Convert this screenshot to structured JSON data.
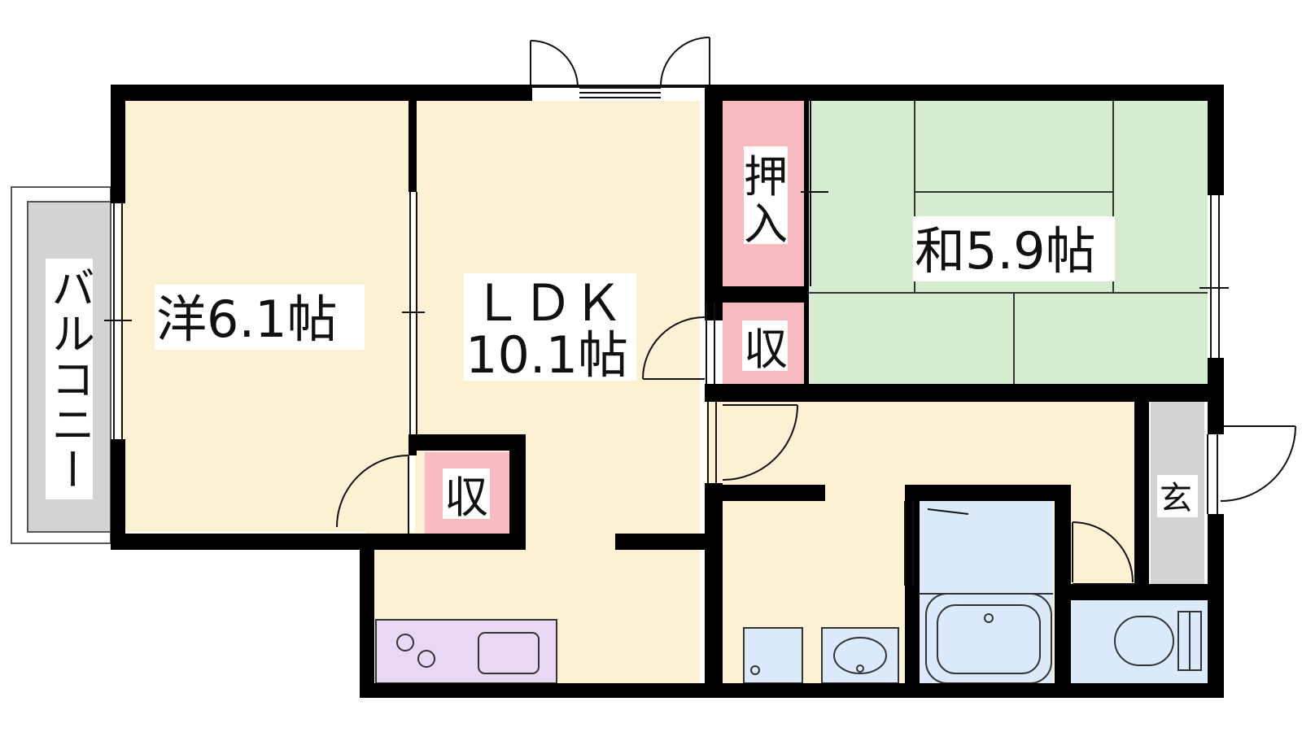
{
  "rooms": {
    "western": {
      "label": "洋6.1帖"
    },
    "ldk": {
      "label_line1": "ＬＤＫ",
      "label_line2": "10.1帖"
    },
    "japanese": {
      "label": "和5.9帖"
    },
    "oshiire": {
      "label_line1": "押",
      "label_line2": "入"
    },
    "storage_a": {
      "label": "収"
    },
    "storage_b": {
      "label": "収"
    },
    "entrance": {
      "label": "玄"
    },
    "balcony": {
      "label": "バルコニー"
    }
  },
  "colors": {
    "wall": "#000000",
    "wood_floor": "#fdf1d3",
    "tatami": "#d6ecd0",
    "storage": "#f8bcc0",
    "wet_area": "#dbeafb",
    "kitchen": "#ead7f3",
    "balcony": "#d3d3d3",
    "entrance": "#d3d3d3"
  }
}
